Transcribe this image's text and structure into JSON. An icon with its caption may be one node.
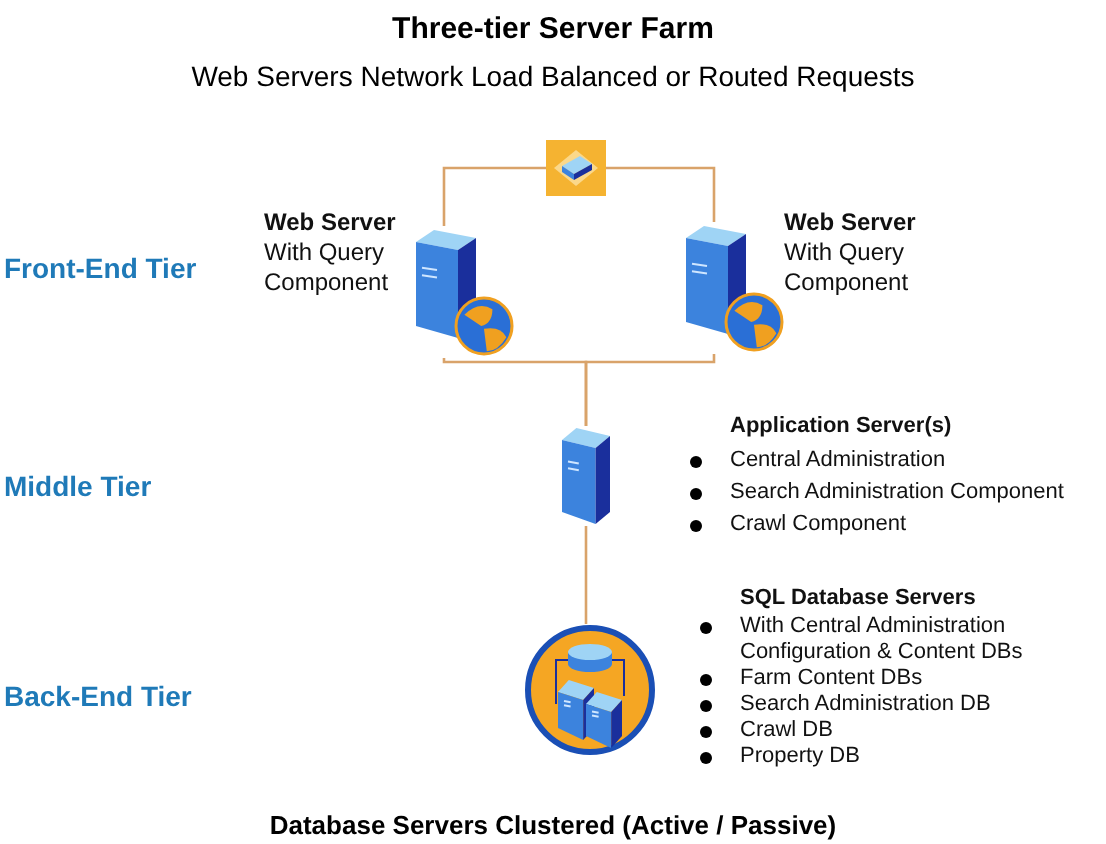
{
  "diagram": {
    "title": "Three-tier Server Farm",
    "caption": "Database Servers Clustered (Active / Passive)",
    "nodes": [
      {
        "text": [],
        "shape": "picture"
      },
      {
        "text": [],
        "shape": "picture",
        "beside": [
          "Web Server",
          "With Query Component"
        ]
      },
      {
        "text": [],
        "shape": "picture",
        "beside": [
          "Web Server",
          "With Query Component"
        ]
      },
      {
        "text": [],
        "shape": "picture",
        "beside": [
          "Application Server(s)",
          "Central Administration",
          "Search Administration Component",
          "Crawl Component"
        ]
      },
      {
        "text": [],
        "shape": "picture",
        "beside": [
          "SQL Database Servers",
          "With Central Administration Configuration & Content DBs",
          "Farm Content DBs",
          "Search Administration DB",
          "Crawl DB",
          "Property DB"
        ]
      }
    ],
    "edges": [
      {
        "from": 0,
        "to": 1,
        "arrow": "none"
      },
      {
        "from": 0,
        "to": 2,
        "arrow": "none"
      },
      {
        "from": 1,
        "to": 3,
        "arrow": "none"
      },
      {
        "from": 2,
        "to": 3,
        "arrow": "none"
      },
      {
        "from": 3,
        "to": 4,
        "arrow": "none"
      }
    ],
    "labels": [
      "Web Servers Network Load Balanced or Routed Requests",
      "Front-End Tier",
      "Middle Tier",
      "Back-End Tier"
    ]
  }
}
